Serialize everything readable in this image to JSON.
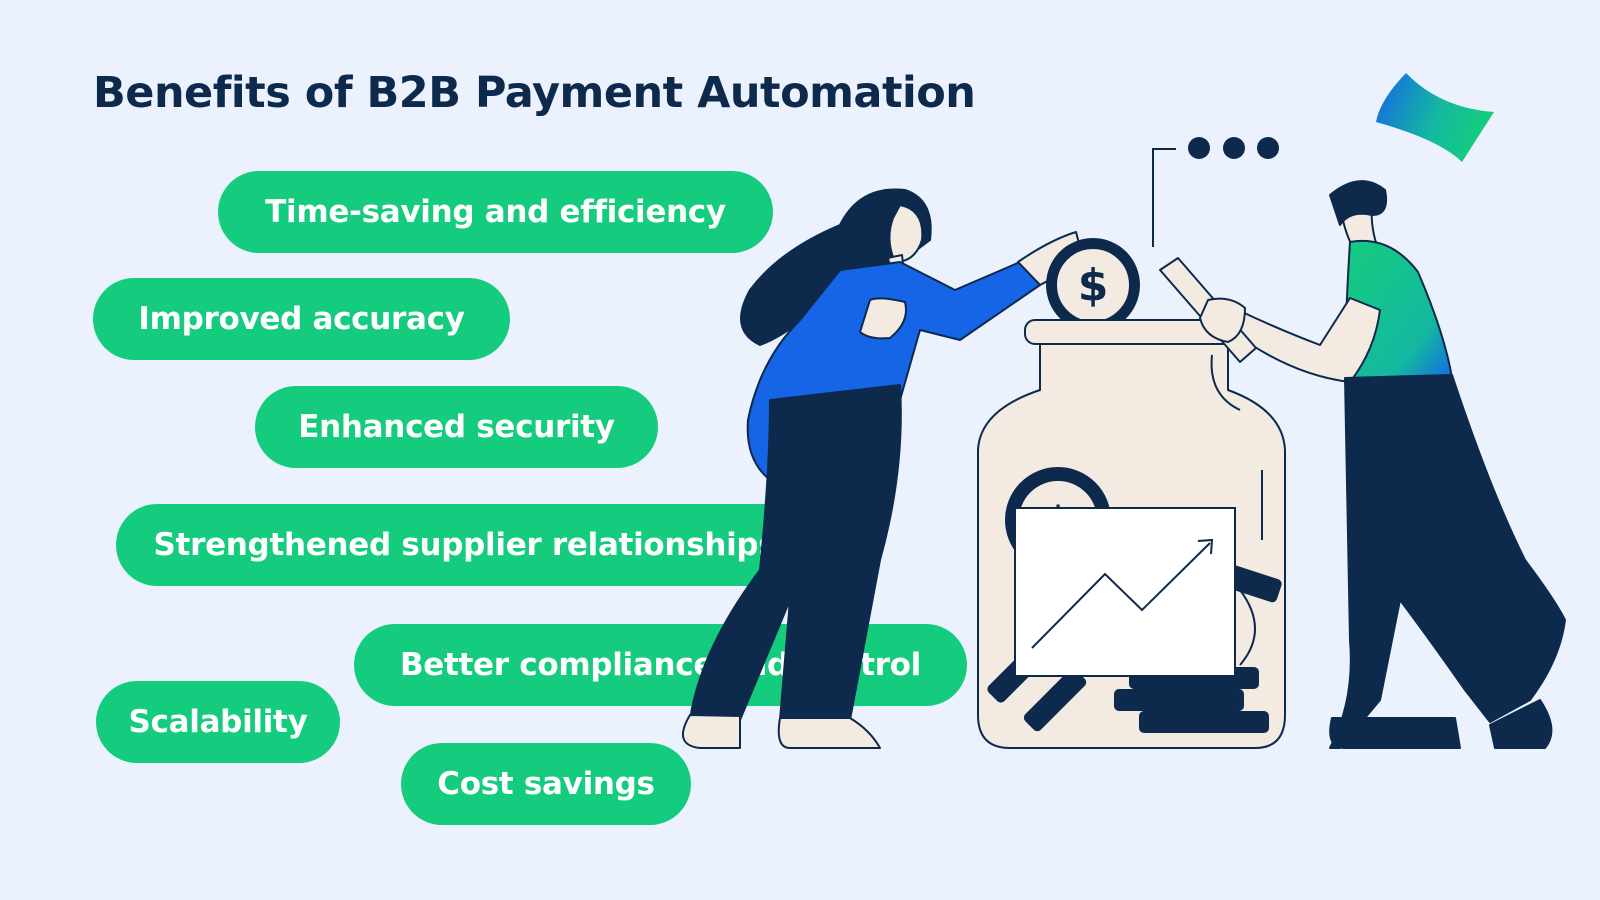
{
  "title": "Benefits of B2B Payment Automation",
  "benefits": [
    "Time-saving and efficiency",
    "Improved accuracy",
    "Enhanced security",
    "Strengthened supplier relationships",
    "Better compliance and control",
    "Scalability",
    "Cost savings"
  ],
  "illustration": {
    "icons": [
      "dollar-coin-icon",
      "chart-trend-icon",
      "ellipsis-icon",
      "money-jar-icon"
    ]
  },
  "colors": {
    "background": "#ebf2fd",
    "pill": "#15cc7e",
    "title": "#0d2a4d",
    "navy": "#0d2a4d",
    "blue": "#1565e6",
    "jar": "#f3eae2"
  }
}
